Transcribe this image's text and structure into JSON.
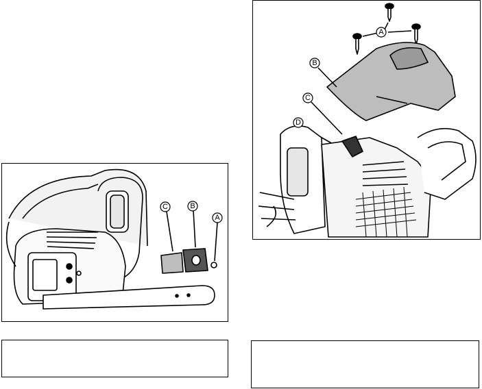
{
  "figure_left": {
    "callouts": [
      {
        "id": "C",
        "label": "C"
      },
      {
        "id": "B",
        "label": "B"
      },
      {
        "id": "A",
        "label": "A"
      }
    ]
  },
  "figure_right": {
    "callouts": [
      {
        "id": "A",
        "label": "A"
      },
      {
        "id": "B",
        "label": "B"
      },
      {
        "id": "C",
        "label": "C"
      },
      {
        "id": "D",
        "label": "D"
      }
    ]
  },
  "captions": {
    "left": "",
    "right": ""
  }
}
